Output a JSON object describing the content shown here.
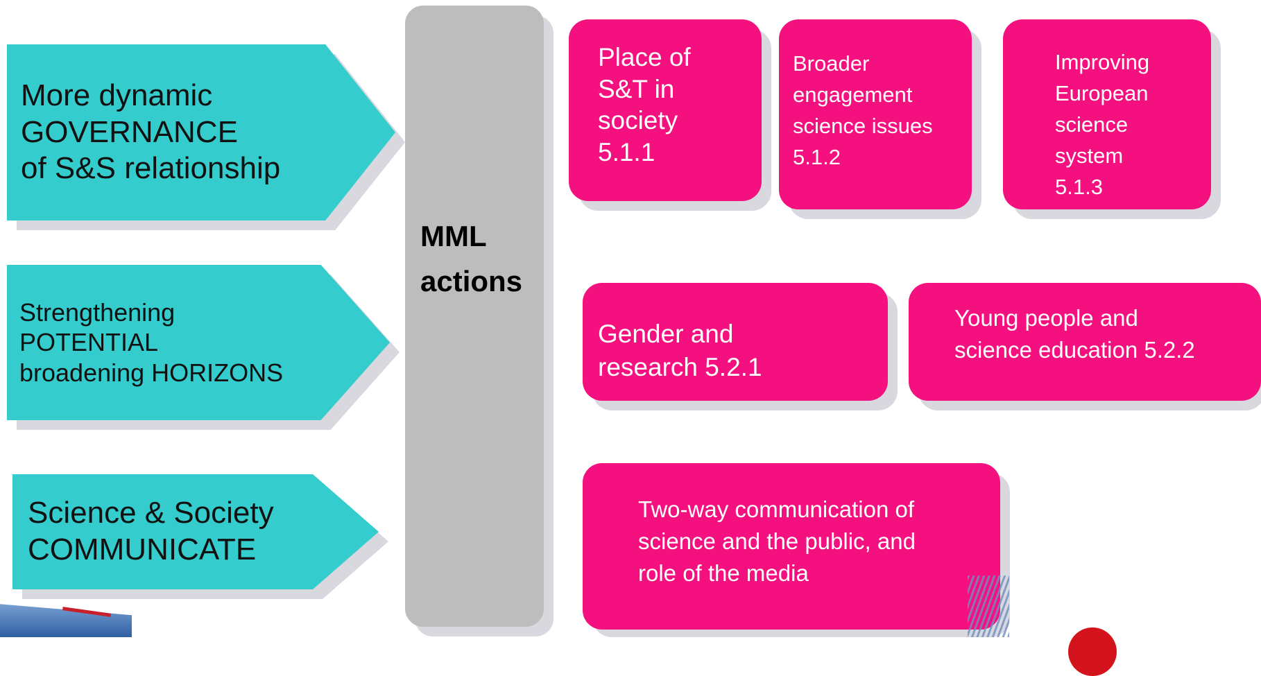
{
  "left_arrows": [
    {
      "text": "More dynamic\nGOVERNANCE\nof S&S relationship"
    },
    {
      "text": "Strengthening\n POTENTIAL\nbroadening HORIZONS"
    },
    {
      "text": "Science & Society\nCOMMUNICATE"
    }
  ],
  "center_bar": {
    "label": "MML\nactions"
  },
  "boxes": {
    "place_of_st": "Place of\nS&T in\nsociety\n5.1.1",
    "broader_engagement": "Broader\nengagement\nscience  issues\n5.1.2",
    "improving_european": "Improving\nEuropean\nscience\nsystem\n 5.1.3",
    "gender_research": "Gender and\nresearch  5.2.1",
    "young_people": "Young people and\nscience education  5.2.2",
    "two_way_communication": "Two-way communication of\nscience and the public, and\nrole of the media"
  },
  "colors": {
    "arrow": "#34cccc",
    "box": "#f4107e",
    "bar": "#bdbdbd",
    "shadow": "#d8d8de"
  }
}
